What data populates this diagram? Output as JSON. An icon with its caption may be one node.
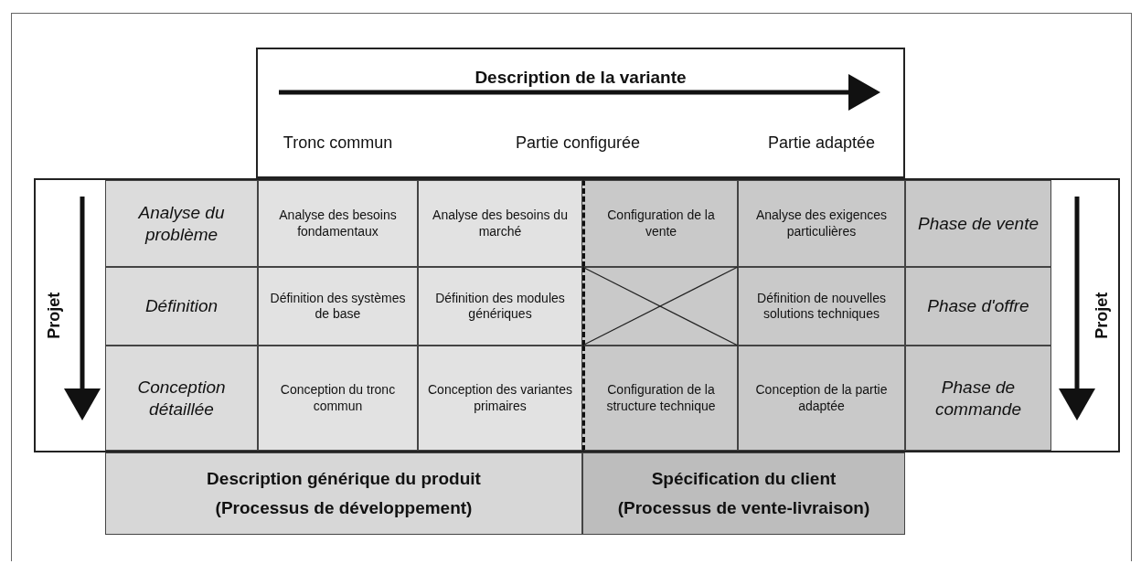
{
  "diagram": {
    "labels": [
      "Description de la variante",
      "Tronc commun",
      "Partie configurée",
      "Partie adaptée",
      "Projet",
      "Analyse du problème",
      "Analyse des besoins fondamentaux",
      "Analyse des besoins du marché",
      "Configuration de la vente",
      "Analyse des exigences particulières",
      "Phase de vente",
      "Définition",
      "Définition des systèmes de base",
      "Définition des modules génériques",
      "Définition de nouvelles solutions techniques",
      "Phase d'offre",
      "Conception détaillée",
      "Conception du tronc commun",
      "Conception des variantes primaires",
      "Configuration de la structure technique",
      "Conception de la partie adaptée",
      "Phase de commande",
      "Projet",
      "Description générique du produit",
      "(Processus de développement)",
      "Spécification du client",
      "(Processus de vente-livraison)"
    ]
  }
}
